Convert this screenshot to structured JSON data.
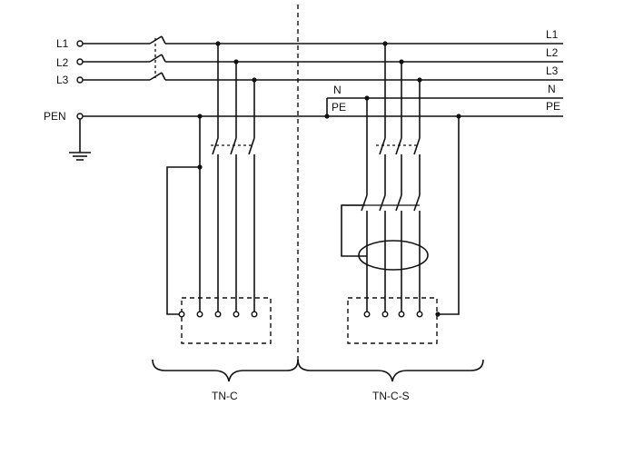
{
  "labels": {
    "left_l1": "L1",
    "left_l2": "L2",
    "left_l3": "L3",
    "left_pen": "PEN",
    "right_l1": "L1",
    "right_l2": "L2",
    "right_l3": "L3",
    "right_n": "N",
    "right_pe": "PE",
    "mid_n": "N",
    "mid_pe": "PE",
    "tn_c": "TN-C",
    "tn_c_s": "TN-C-S"
  }
}
